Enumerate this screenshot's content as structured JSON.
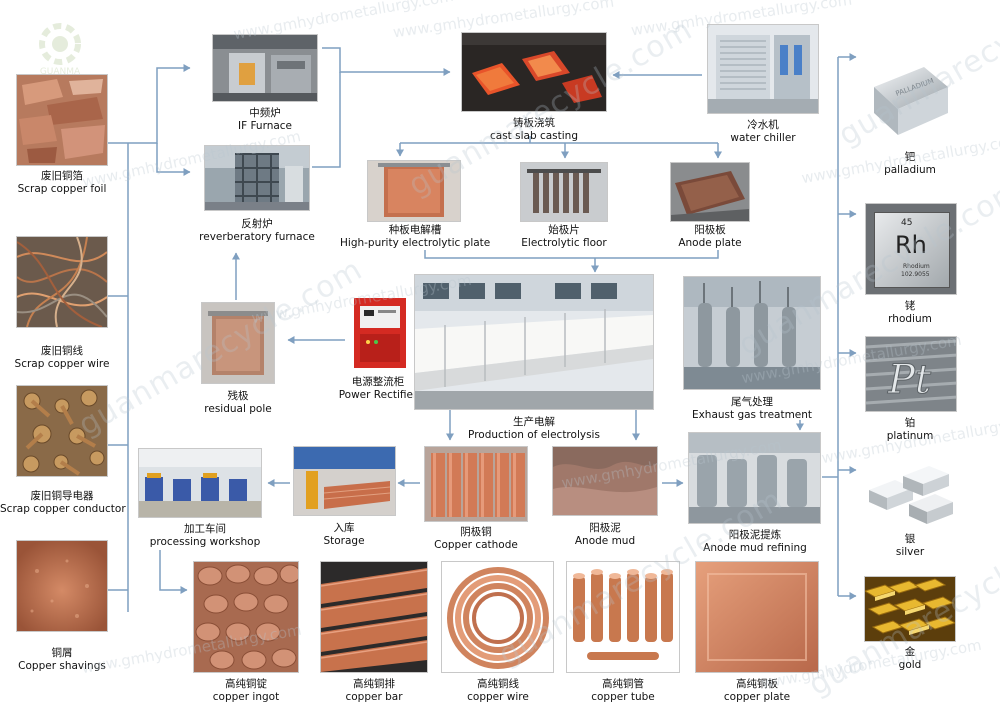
{
  "watermark": {
    "url": "www.gmhydrometallurgy.com",
    "brand": "guanmarecycle.com",
    "logo_text": "GUANMA"
  },
  "nodes": {
    "scrap_foil": {
      "zh": "废旧铜箔",
      "en": "Scrap copper foil"
    },
    "scrap_wire": {
      "zh": "废旧铜线",
      "en": "Scrap copper wire"
    },
    "scrap_conductor": {
      "zh": "废旧铜导电器",
      "en": "Scrap copper conductor"
    },
    "shavings": {
      "zh": "铜屑",
      "en": "Copper shavings"
    },
    "if_furnace": {
      "zh": "中频炉",
      "en": "IF Furnace"
    },
    "reverb": {
      "zh": "反射炉",
      "en": "reverberatory furnace"
    },
    "casting": {
      "zh": "铸板浇筑",
      "en": "cast slab casting"
    },
    "chiller": {
      "zh": "冷水机",
      "en": "water chiller"
    },
    "seed_plate": {
      "zh": "种板电解槽",
      "en": "High-purity electrolytic plate"
    },
    "starter": {
      "zh": "始极片",
      "en": "Electrolytic floor"
    },
    "anode_plate": {
      "zh": "阳极板",
      "en": "Anode plate"
    },
    "rectifier": {
      "zh": "电源整流柜",
      "en": "Power Rectifier"
    },
    "residual": {
      "zh": "残极",
      "en": "residual pole"
    },
    "production": {
      "zh": "生产电解",
      "en": "Production of electrolysis"
    },
    "exhaust": {
      "zh": "尾气处理",
      "en": "Exhaust gas treatment"
    },
    "workshop": {
      "zh": "加工车间",
      "en": "processing workshop"
    },
    "storage": {
      "zh": "入库",
      "en": "Storage"
    },
    "cathode": {
      "zh": "阴极铜",
      "en": "Copper cathode"
    },
    "anode_mud": {
      "zh": "阳极泥",
      "en": "Anode mud"
    },
    "mud_refining": {
      "zh": "阳极泥提炼",
      "en": "Anode mud refining"
    },
    "ingot": {
      "zh": "高纯铜锭",
      "en": "copper ingot"
    },
    "bar": {
      "zh": "高纯铜排",
      "en": "copper bar"
    },
    "cu_wire": {
      "zh": "高纯铜线",
      "en": "copper wire"
    },
    "tube": {
      "zh": "高纯铜管",
      "en": "copper tube"
    },
    "plate": {
      "zh": "高纯铜板",
      "en": "copper plate"
    },
    "palladium": {
      "zh": "钯",
      "en": "palladium"
    },
    "rhodium": {
      "zh": "铑",
      "en": "rhodium"
    },
    "platinum": {
      "zh": "铂",
      "en": "platinum"
    },
    "silver": {
      "zh": "银",
      "en": "silver"
    },
    "gold": {
      "zh": "金",
      "en": "gold"
    }
  },
  "rhodium_tile": {
    "number": "45",
    "symbol": "Rh",
    "name": "Rhodium",
    "mass": "102.9055"
  },
  "platinum_tile": {
    "symbol": "Pt"
  },
  "palladium_tile": {
    "text": "PALLADIUM"
  },
  "colors": {
    "arrow": "#7f9fc0",
    "copper": "#c06a48",
    "copper_light": "#e3a07e"
  }
}
